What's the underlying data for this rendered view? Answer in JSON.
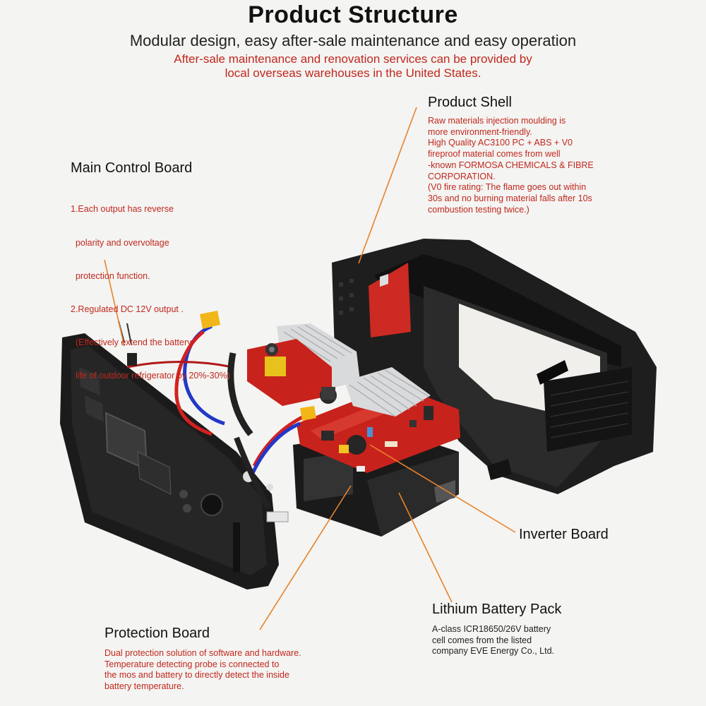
{
  "header": {
    "title": "Product Structure",
    "subtitle": "Modular design, easy after-sale maintenance and easy operation",
    "note_lines": [
      "After-sale maintenance and renovation services can be provided by",
      "local overseas warehouses  in the United States."
    ]
  },
  "callouts": {
    "shell": {
      "title": "Product Shell",
      "lines": [
        "Raw materials injection moulding is",
        "more environment-friendly.",
        "High Quality AC3100 PC + ABS + V0",
        "fireproof material comes from well",
        "-known FORMOSA CHEMICALS & FIBRE",
        "CORPORATION.",
        "(V0 fire rating: The flame goes out within",
        "30s and no burning material falls after 10s",
        "combustion testing twice.)"
      ]
    },
    "control": {
      "title": "Main Control Board",
      "lines": [
        "1.Each output has reverse",
        "  polarity and overvoltage",
        "  protection function.",
        "2.Regulated DC 12V output .",
        "  (Effectively extend the battery",
        "  life of outdoor refrigerator by 20%-30%)"
      ]
    },
    "inverter": {
      "title": "Inverter Board"
    },
    "battery": {
      "title": "Lithium Battery Pack",
      "lines": [
        "A-class ICR18650/26V battery",
        "cell comes from the listed",
        "company EVE Energy Co., Ltd."
      ]
    },
    "protection": {
      "title": "Protection Board",
      "lines": [
        "Dual protection solution of software and hardware.",
        "Temperature detecting probe is connected to",
        "the mos and battery  to directly detect the inside",
        "battery temperature."
      ]
    }
  },
  "colors": {
    "background": "#f4f4f2",
    "accent_red": "#c0281e",
    "leader_orange": "#e8822a",
    "shell_black": "#1c1c1c",
    "pcb_red": "#c8221c",
    "heatsink": "#d9dadc",
    "wire_blue": "#2238c8",
    "wire_red": "#d42020",
    "connector_yellow": "#f2b619"
  }
}
